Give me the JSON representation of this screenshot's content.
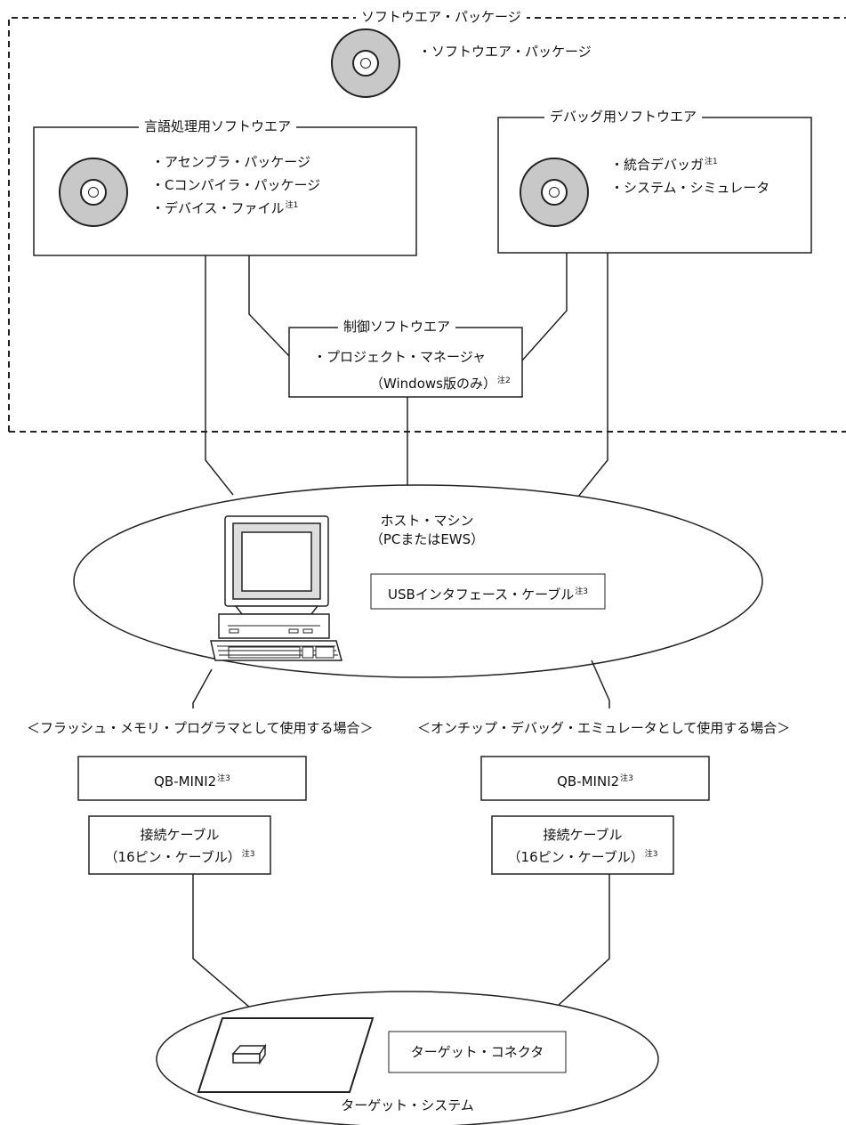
{
  "package": {
    "frame_label": "ソフトウエア・パッケージ",
    "disc_label": "・ソフトウエア・パッケージ"
  },
  "language_software": {
    "title": "言語処理用ソフトウエア",
    "items": [
      {
        "text": "・アセンブラ・パッケージ",
        "note": ""
      },
      {
        "text": "・Cコンパイラ・パッケージ",
        "note": ""
      },
      {
        "text": "・デバイス・ファイル",
        "note": "注1"
      }
    ]
  },
  "debug_software": {
    "title": "デバッグ用ソフトウエア",
    "items": [
      {
        "text": "・統合デバッガ",
        "note": "注1"
      },
      {
        "text": "・システム・シミュレータ",
        "note": ""
      }
    ]
  },
  "control_software": {
    "title": "制御ソフトウエア",
    "line1": "・プロジェクト・マネージャ",
    "line2": "（Windows版のみ）",
    "note": "注2"
  },
  "host": {
    "title_line1": "ホスト・マシン",
    "title_line2": "（PCまたはEWS）",
    "cable_label": "USBインタフェース・ケーブル",
    "cable_note": "注3"
  },
  "left_branch": {
    "heading": "＜フラッシュ・メモリ・プログラマとして使用する場合＞",
    "qb_label": "QB-MINI2",
    "qb_note": "注3",
    "cable_line1": "接続ケーブル",
    "cable_line2": "（16ピン・ケーブル）",
    "cable_note": "注3"
  },
  "right_branch": {
    "heading": "＜オンチップ・デバッグ・エミュレータとして使用する場合＞",
    "qb_label": "QB-MINI2",
    "qb_note": "注3",
    "cable_line1": "接続ケーブル",
    "cable_line2": "（16ピン・ケーブル）",
    "cable_note": "注3"
  },
  "target": {
    "connector_label": "ターゲット・コネクタ",
    "system_label": "ターゲット・システム"
  }
}
